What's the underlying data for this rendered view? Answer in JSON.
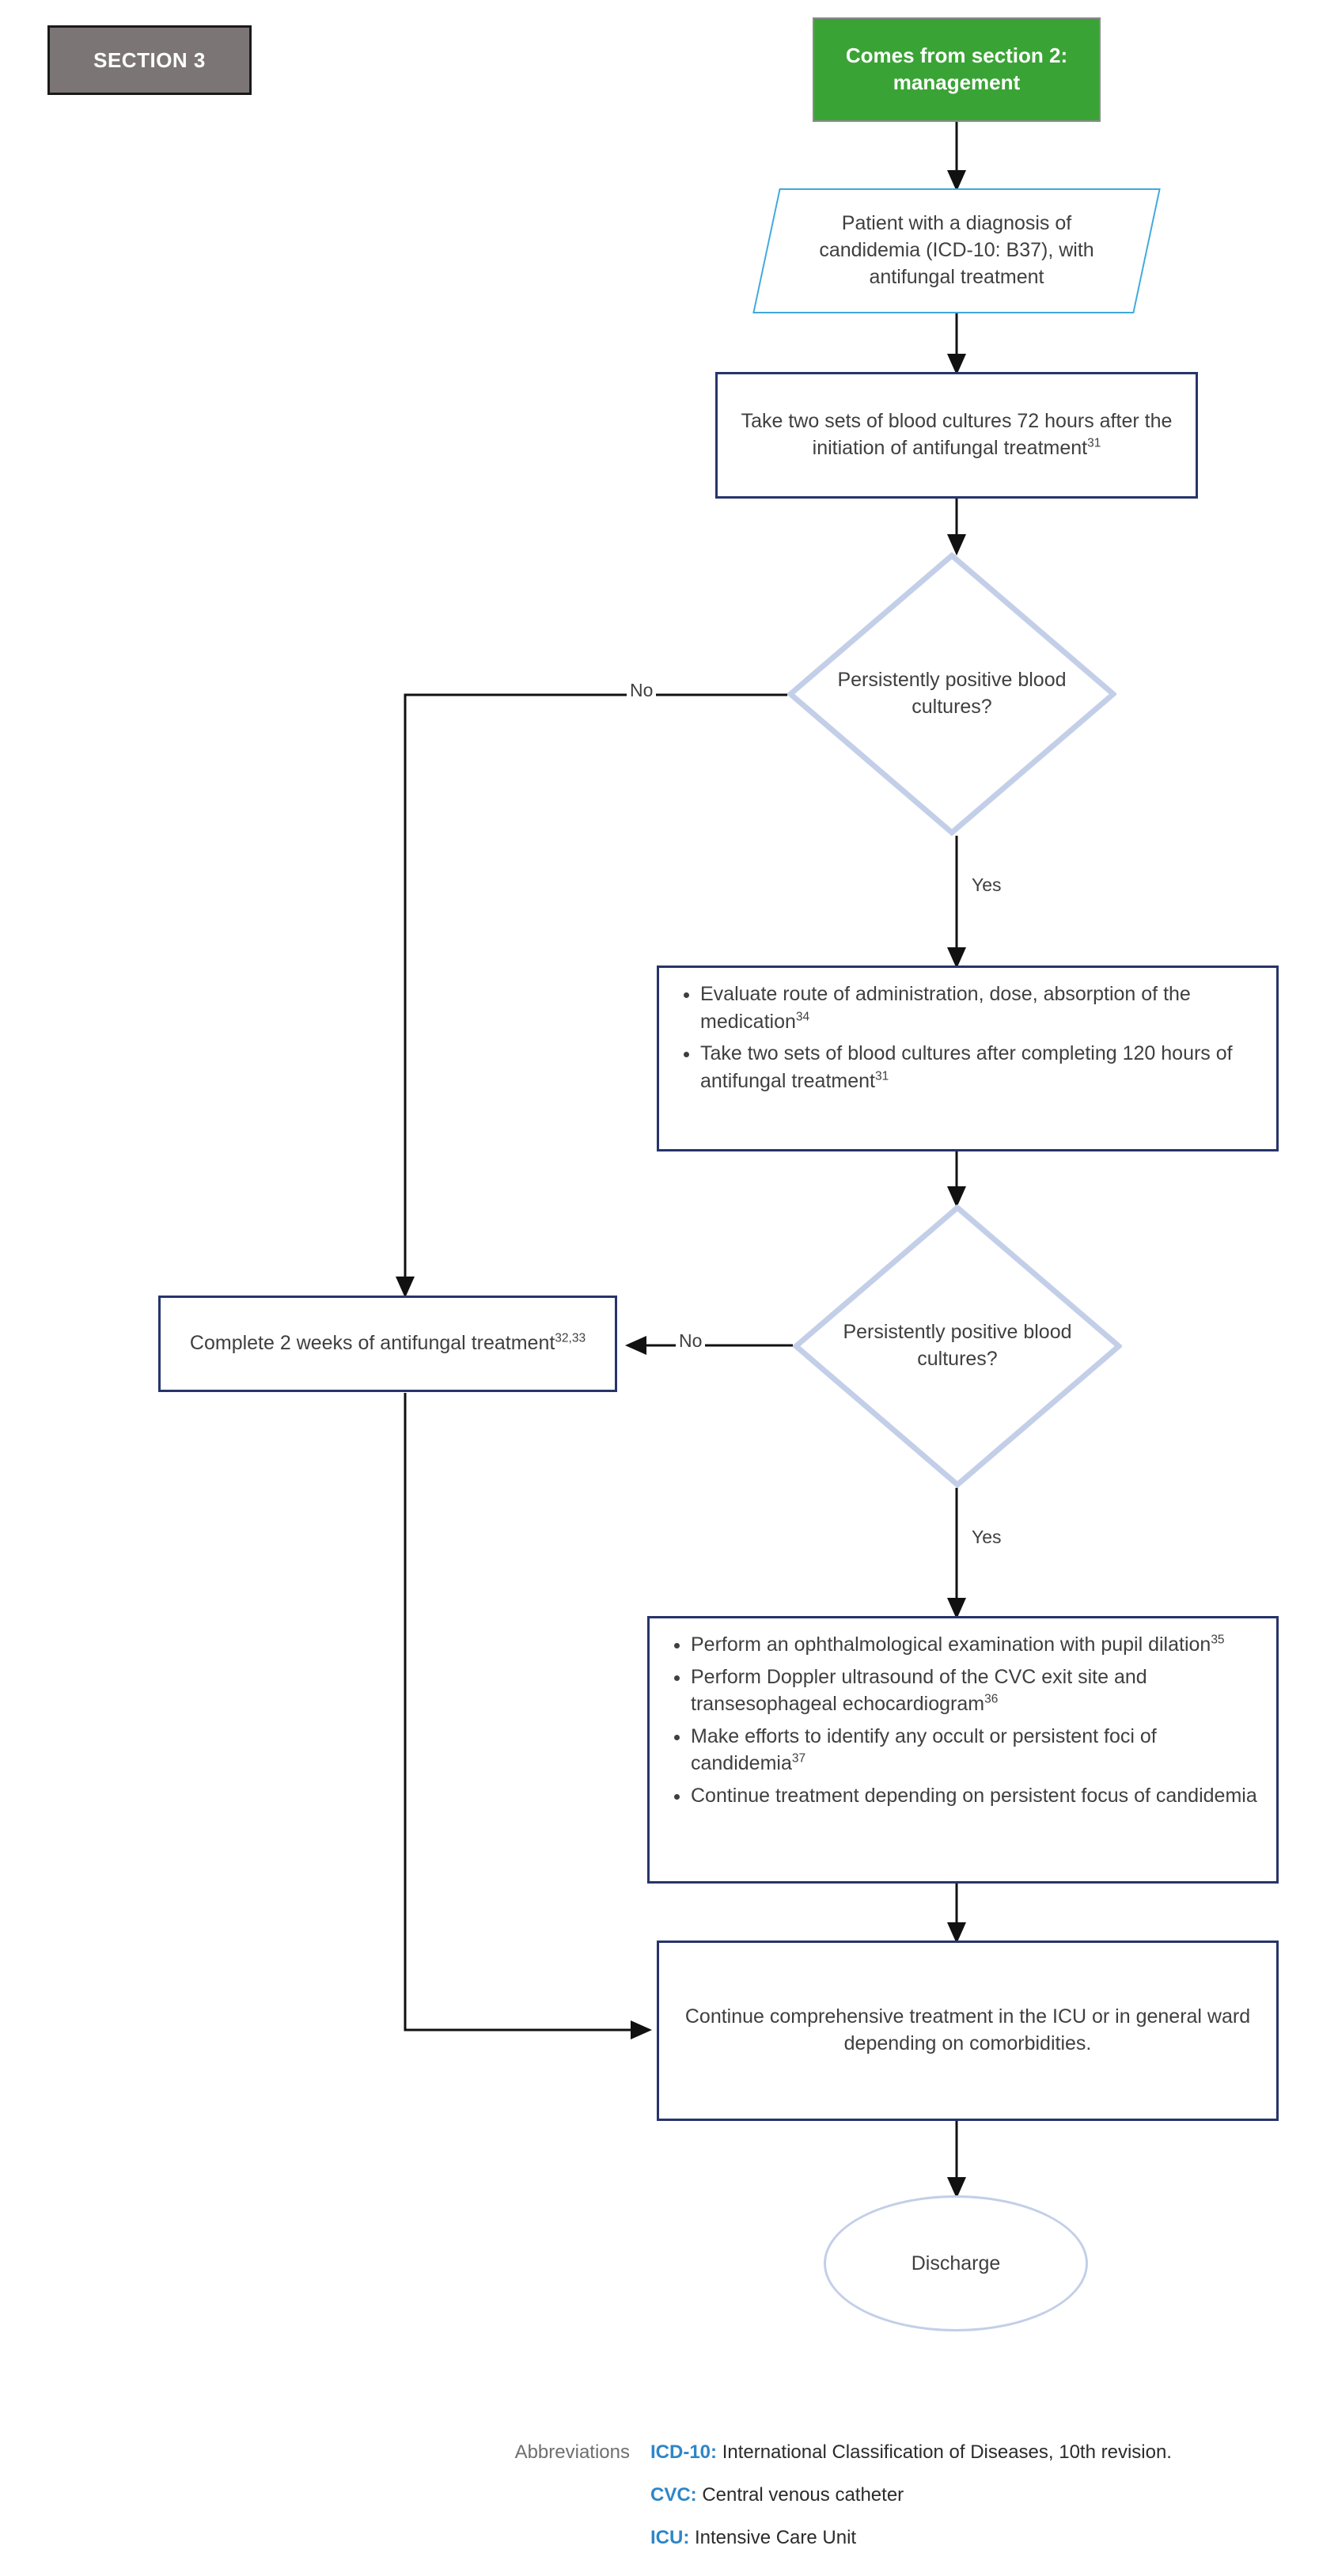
{
  "section_badge": {
    "label": "SECTION 3"
  },
  "nodes": {
    "start": {
      "text": "Comes from section 2: management"
    },
    "patient": {
      "text": "Patient with a diagnosis of candidemia (ICD-10: B37), with antifungal treatment"
    },
    "cultures_72h": {
      "line1": "Take two sets of blood cultures 72 hours",
      "line2": "after the initiation of antifungal treatment",
      "ref": "31"
    },
    "decision1": {
      "text": "Persistently positive blood cultures?"
    },
    "evaluate": {
      "bullets": [
        {
          "text": "Evaluate route of administration, dose, absorption of the medication",
          "ref": "34"
        },
        {
          "text": "Take two sets of blood cultures after completing 120 hours of antifungal treatment",
          "ref": "31"
        }
      ]
    },
    "decision2": {
      "text": "Persistently positive blood cultures?"
    },
    "complete_2wk": {
      "line1": "Complete 2 weeks of antifungal",
      "line2": "treatment",
      "ref": "32,33"
    },
    "workup": {
      "bullets": [
        {
          "text": "Perform an ophthalmological examination with pupil dilation",
          "ref": "35"
        },
        {
          "text": "Perform Doppler ultrasound of the CVC exit site and transesophageal echocardiogram",
          "ref": "36"
        },
        {
          "text": "Make efforts to identify any occult or persistent foci of candidemia",
          "ref": "37"
        },
        {
          "text": "Continue treatment depending on persistent focus of candidemia",
          "ref": ""
        }
      ]
    },
    "continue_icu": {
      "text": "Continue comprehensive treatment in the ICU or in general ward depending on comorbidities."
    },
    "discharge": {
      "text": "Discharge"
    }
  },
  "edges": {
    "d1_no": "No",
    "d1_yes": "Yes",
    "d2_no": "No",
    "d2_yes": "Yes"
  },
  "abbreviations": {
    "heading": "Abbreviations",
    "items": [
      {
        "abbr": "ICD-10:",
        "definition": "International Classification of Diseases, 10th revision."
      },
      {
        "abbr": "CVC:",
        "definition": "Central venous catheter"
      },
      {
        "abbr": "ICU:",
        "definition": "Intensive Care Unit"
      }
    ]
  },
  "colors": {
    "start_green": "#3AA335",
    "process_border": "#27346B",
    "decision_border": "#C3CFE8",
    "parallelogram_border": "#3FA9DD",
    "badge_gray": "#7C7575",
    "abbr_blue": "#2E86C8"
  }
}
